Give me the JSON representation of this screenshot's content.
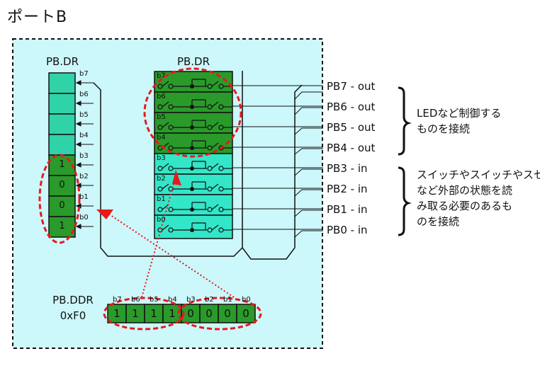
{
  "title": "ポートB",
  "left_register": {
    "name": "PB.DR",
    "bit_labels": [
      "b7",
      "b6",
      "b5",
      "b4",
      "b3",
      "b2",
      "b1",
      "b0"
    ],
    "lower_values": [
      "1",
      "0",
      "0",
      "1"
    ]
  },
  "middle_register": {
    "name": "PB.DR",
    "bit_labels": [
      "b7",
      "b6",
      "b5",
      "b4",
      "b3",
      "b2",
      "b1",
      "b0"
    ]
  },
  "pins": [
    "PB7 - out",
    "PB6 - out",
    "PB5 - out",
    "PB4 - out",
    "PB3 - in",
    "PB2 - in",
    "PB1 - in",
    "PB0 - in"
  ],
  "groups": {
    "output": [
      "LEDなど制御する",
      "ものを接続"
    ],
    "input": [
      "スイッチやスイッチやスセンサ",
      "など外部の状態を読",
      "み取る必要のあるも",
      "のを接続"
    ]
  },
  "ddr": {
    "name": "PB.DDR",
    "value": "0xF0",
    "bit_labels": [
      "b7",
      "b6",
      "b5",
      "b4",
      "b3",
      "b2",
      "b1",
      "b0"
    ],
    "bits": [
      "1",
      "1",
      "1",
      "1",
      "0",
      "0",
      "0",
      "0"
    ]
  },
  "colors": {
    "panel_bg": "#ccf7fb",
    "output_cell": "#2a9a2a",
    "input_cell": "#33e6c8",
    "left_upper_cell": "#30d3a8",
    "left_lower_cell": "#2a9a2a",
    "highlight": "#e8191b"
  }
}
